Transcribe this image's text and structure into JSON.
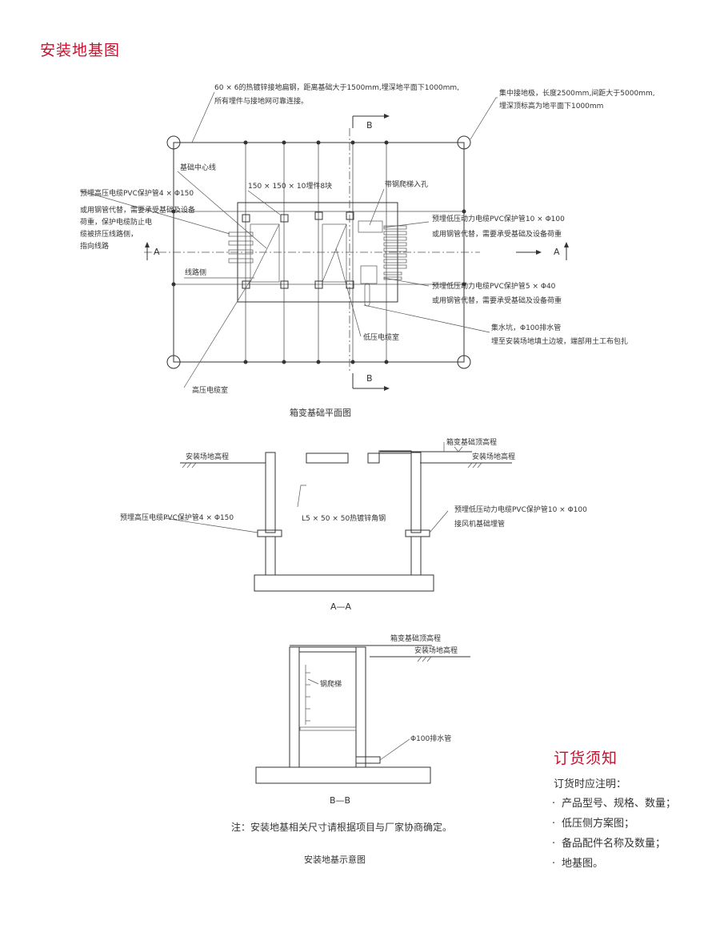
{
  "page_title": "安装地基图",
  "plan": {
    "caption": "箱变基础平面图",
    "note_grounding_steel_1": "60 × 6的热镀锌接地扁钢，距离基础大于1500mm,埋深地平面下1000mm,",
    "note_grounding_steel_2": "所有埋件与接地网可靠连接。",
    "note_ground_pole_1": "集中接地极，长度2500mm,间距大于5000mm,",
    "note_ground_pole_2": "埋深顶标高为地平面下1000mm",
    "section_b": "B",
    "section_a": "A",
    "label_centerline": "基础中心线",
    "label_embedded": "150 × 150 × 10埋件8块",
    "label_ladder_hole": "带钢爬梯入孔",
    "label_hv_pipe": "预埋高压电缆PVC保护管4 × Φ150",
    "label_hv_note_1": "或用钢管代替，需要承受基础及设备",
    "label_hv_note_2": "荷重，保护电缆防止电",
    "label_hv_note_3": "缆被挤压线路侧，",
    "label_hv_note_4": "指向线路",
    "label_lv_pipe_10": "预埋低压动力电缆PVC保护管10 × Φ100",
    "label_lv_note_a": "或用钢管代替，需要承受基础及设备荷重",
    "label_lv_pipe_5": "预埋低压动力电缆PVC保护管5 × Φ40",
    "label_lv_note_b": "或用钢管代替，需要承受基础及设备荷重",
    "label_line_side": "线路侧",
    "label_sump": "集水坑，Φ100排水管",
    "label_sump_note": "埋至安装场地填土边坡，端部用土工布包扎",
    "label_lv_room": "低压电缆室",
    "label_hv_room": "高压电缆室"
  },
  "section_aa": {
    "caption": "A—A",
    "label_top_level": "箱变基础顶高程",
    "label_site_level_left": "安装场地高程",
    "label_site_level_right": "安装场地高程",
    "label_angle_steel": "L5 × 50 × 50热镀锌角钢",
    "label_hv_pipe": "预埋高压电缆PVC保护管4 × Φ150",
    "label_lv_pipe": "预埋低压动力电缆PVC保护管10 × Φ100",
    "label_fan_pipe": "接风机基础埋管"
  },
  "section_bb": {
    "caption": "B—B",
    "label_top_level": "箱变基础顶高程",
    "label_site_level": "安装场地高程",
    "label_ladder": "钢爬梯",
    "label_drain": "Φ100排水管"
  },
  "footer_note": "注：安装地基相关尺寸请根据项目与厂家协商确定。",
  "footer_caption": "安装地基示意图",
  "order": {
    "title": "订货须知",
    "intro": "订货时应注明：",
    "items": [
      "产品型号、规格、数量；",
      "低压侧方案图；",
      "备品配件名称及数量；",
      "地基图。"
    ],
    "bullet": "·"
  },
  "colors": {
    "accent": "#c8102e",
    "line": "#333333"
  }
}
